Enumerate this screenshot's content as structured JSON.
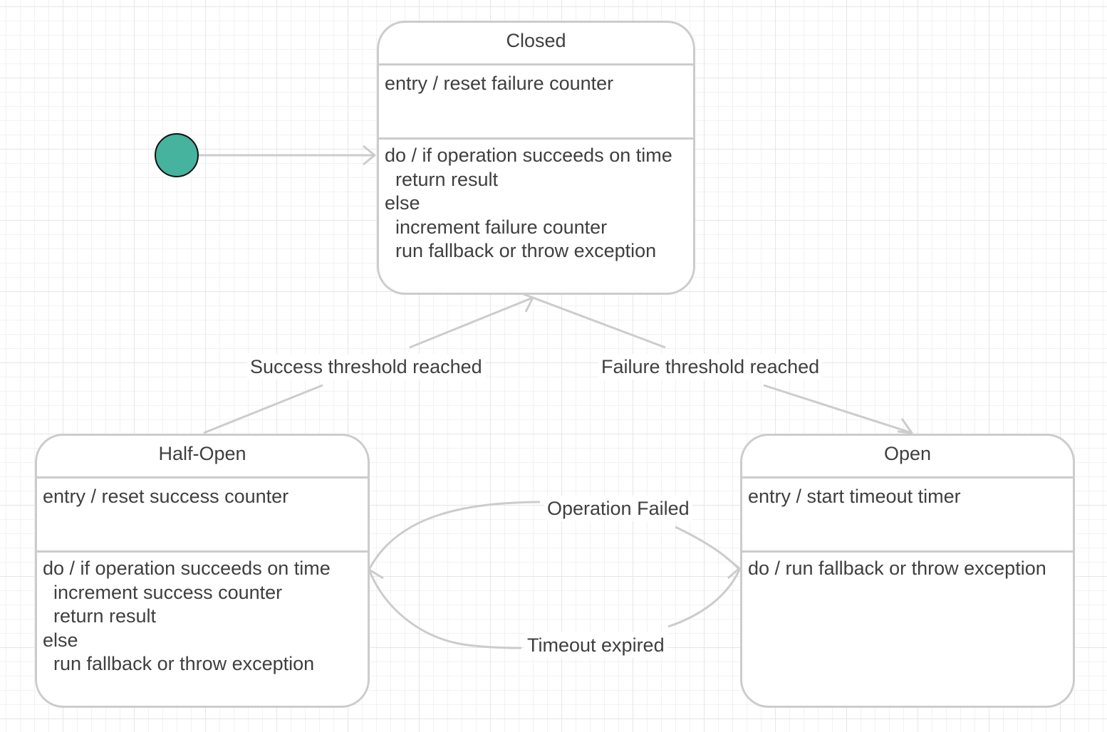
{
  "diagram": {
    "states": [
      {
        "key": "closed",
        "title": "Closed",
        "entry": "entry / reset failure counter",
        "do_lines": [
          "do / if operation succeeds on time",
          "  return result",
          "else",
          "  increment failure counter",
          "  run fallback or throw exception"
        ]
      },
      {
        "key": "half_open",
        "title": "Half-Open",
        "entry": "entry / reset success counter",
        "do_lines": [
          "do / if operation succeeds on time",
          "  increment success counter",
          "  return result",
          "else",
          "  run fallback or throw exception"
        ]
      },
      {
        "key": "open",
        "title": "Open",
        "entry": "entry / start timeout timer",
        "do_lines": [
          "do / run fallback or throw exception"
        ]
      }
    ],
    "transitions": [
      {
        "key": "initial",
        "from": "initial",
        "to": "closed",
        "label": ""
      },
      {
        "key": "success",
        "from": "half_open",
        "to": "closed",
        "label": "Success threshold reached"
      },
      {
        "key": "failure",
        "from": "closed",
        "to": "open",
        "label": "Failure threshold reached"
      },
      {
        "key": "op_failed",
        "from": "half_open",
        "to": "open",
        "label": "Operation Failed"
      },
      {
        "key": "timeout",
        "from": "open",
        "to": "half_open",
        "label": "Timeout expired"
      }
    ],
    "colors": {
      "initial_node": "#45b39d",
      "line": "#cccccc",
      "text": "#3f3f3f"
    }
  }
}
